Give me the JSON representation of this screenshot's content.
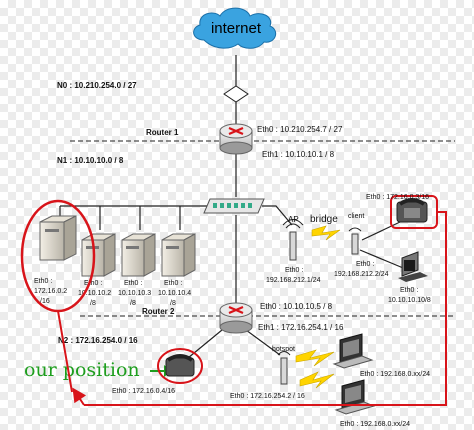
{
  "internet": {
    "label": "internet"
  },
  "n0": {
    "label": "N0 : 10.210.254.0 / 27"
  },
  "router1": {
    "name": "Router 1",
    "eth0": "Eth0 : 10.210.254.7 / 27",
    "eth1": "Eth1 : 10.10.10.1 / 8"
  },
  "n1": {
    "label": "N1 : 10.10.10.0 / 8"
  },
  "servers": [
    {
      "eth": "Eth0 :",
      "ip": "172.16.0.2",
      "mask": "/16"
    },
    {
      "eth": "Eth0 :",
      "ip": "10.10.10.2",
      "mask": "/8"
    },
    {
      "eth": "Eth0 :",
      "ip": "10.10.10.3",
      "mask": "/8"
    },
    {
      "eth": "Eth0 :",
      "ip": "10.10.10.4",
      "mask": "/8"
    }
  ],
  "ap": {
    "name": "AP",
    "eth": "Eth0 :",
    "ip": "192.168.212.1/24"
  },
  "bridge": {
    "label": "bridge"
  },
  "client": {
    "name": "client",
    "eth": "Eth0 :",
    "ip": "192.168.212.2/24"
  },
  "top_phone": {
    "label": "Eth0 : 172.16.0.3/16"
  },
  "pc_right": {
    "eth": "Eth0 :",
    "ip": "10.10.10.10/8"
  },
  "router2": {
    "name": "Router 2",
    "eth0": "Eth0 : 10.10.10.5 / 8",
    "eth1": "Eth1 : 172.16.254.1 / 16"
  },
  "n2": {
    "label": "N2 : 172.16.254.0 / 16"
  },
  "our_position": {
    "label": "our position"
  },
  "bottom_phone": {
    "label": "Eth0 : 172.16.0.4/16"
  },
  "hotspot": {
    "name": "hotspot",
    "eth": "Eth0 : 172.16.254.2 / 16"
  },
  "laptop1": {
    "label": "Eth0 : 192.168.0.xx/24"
  },
  "laptop2": {
    "label": "Eth0 : 192.168.0.xx/24"
  },
  "colors": {
    "highlight": "#d8141a",
    "accent": "#1e9e1e",
    "cloud": "#3aa3e0",
    "wire": "#222222"
  }
}
